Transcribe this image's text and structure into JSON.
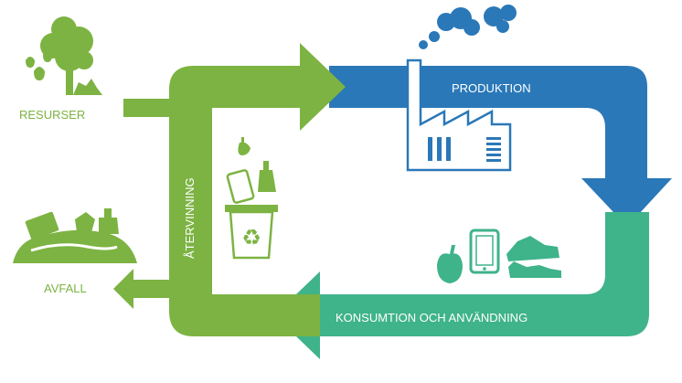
{
  "labels": {
    "resources": "RESURSER",
    "production": "PRODUKTION",
    "consumption": "KONSUMTION OCH ANVÄNDNING",
    "recycling": "ÅTERVINNING",
    "waste": "AVFALL"
  },
  "colors": {
    "green": "#7cb342",
    "blue": "#2a78b8",
    "teal": "#3fb38a",
    "dark_green": "#5f9a2e"
  },
  "icons": {
    "resources": "tree-water-drops-icon",
    "production": "factory-smoke-icon",
    "consumption": "apple-phone-sneakers-icon",
    "recycling": "recycle-bin-icon",
    "waste": "landfill-icon"
  }
}
